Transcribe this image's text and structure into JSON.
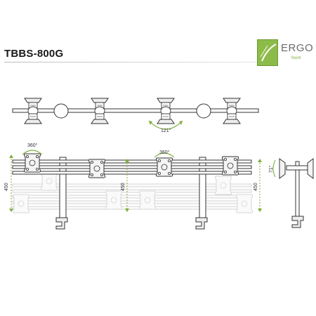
{
  "header": {
    "model_title": "TBBS-800G"
  },
  "logo": {
    "brand": "ERGO",
    "sub": "fount"
  },
  "annotations": {
    "rotation_left": "360°",
    "rotation_right": "360°",
    "tilt_angle": "121°",
    "tilt_side": "71°",
    "height_left": "450",
    "height_mid": "450",
    "height_side": "450"
  },
  "colors": {
    "accent_green": "#7fae3c",
    "line": "#333333",
    "ghost": "#d8d8d8"
  }
}
